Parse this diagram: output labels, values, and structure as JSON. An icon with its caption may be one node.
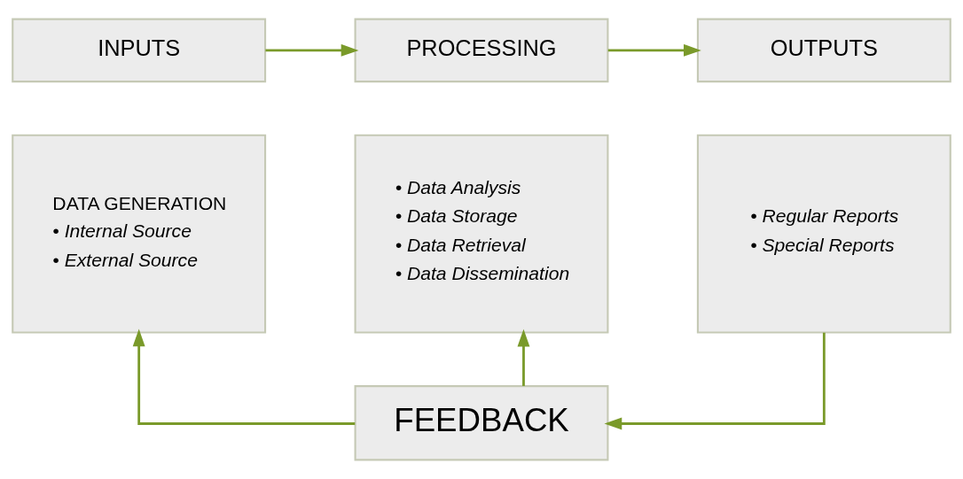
{
  "diagram": {
    "nodes": [
      {
        "text": [
          "INPUTS"
        ]
      },
      {
        "text": [
          "PROCESSING"
        ]
      },
      {
        "text": [
          "OUTPUTS"
        ]
      },
      {
        "text": [
          "DATA GENERATION",
          "• Internal Source",
          "• External Source"
        ]
      },
      {
        "text": [
          "• Data Analysis",
          "• Data Storage",
          "• Data Retrieval",
          "• Data Dissemination"
        ]
      },
      {
        "text": [
          "• Regular Reports",
          "• Special Reports"
        ]
      },
      {
        "text": [
          "FEEDBACK"
        ]
      }
    ],
    "edges": [
      {
        "from": 0,
        "to": 1,
        "arrow": "to"
      },
      {
        "from": 1,
        "to": 2,
        "arrow": "to"
      },
      {
        "from": 6,
        "to": 3,
        "arrow": "to"
      },
      {
        "from": 6,
        "to": 4,
        "arrow": "to"
      },
      {
        "from": 5,
        "to": 6,
        "arrow": "to"
      }
    ]
  }
}
